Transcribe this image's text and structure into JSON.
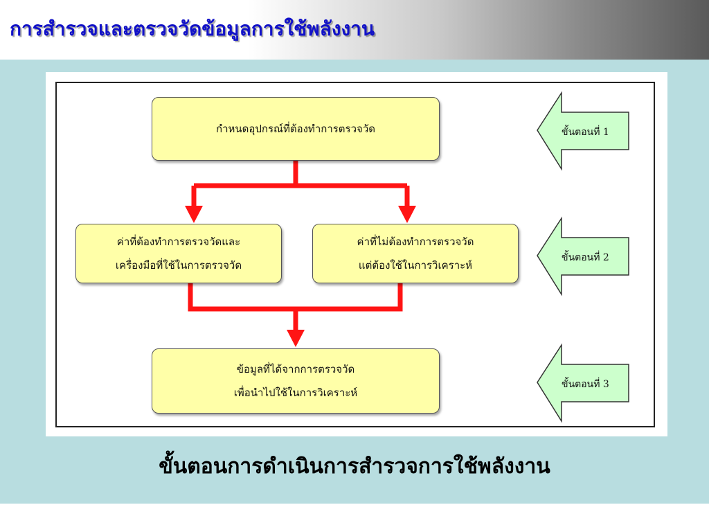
{
  "slide": {
    "title": "การสำรวจและตรวจวัดข้อมูลการใช้พลังงาน",
    "caption": "ขั้นตอนการดำเนินการสำรวจการใช้พลังงาน"
  },
  "flowchart": {
    "box1": {
      "line1": "กำหนดอุปกรณ์ที่ต้องทำการตรวจวัด"
    },
    "box2a": {
      "line1": "ค่าที่ต้องทำการตรวจวัดและ",
      "line2": "เครื่องมือที่ใช้ในการตรวจวัด"
    },
    "box2b": {
      "line1": "ค่าที่ไม่ต้องทำการตรวจวัด",
      "line2": "แต่ต้องใช้ในการวิเคราะห์"
    },
    "box3": {
      "line1": "ข้อมูลที่ได้จากการตรวจวัด",
      "line2": "เพื่อนำไปใช้ในการวิเคราะห์"
    },
    "steps": [
      "ขั้นตอนที่ 1",
      "ขั้นตอนที่ 2",
      "ขั้นตอนที่ 3"
    ]
  },
  "colors": {
    "title": "#1212c8",
    "band": "#b8dde0",
    "box_fill": "#ffffa8",
    "connector": "#ff1414",
    "step_arrow_fill": "#ccffcc"
  }
}
